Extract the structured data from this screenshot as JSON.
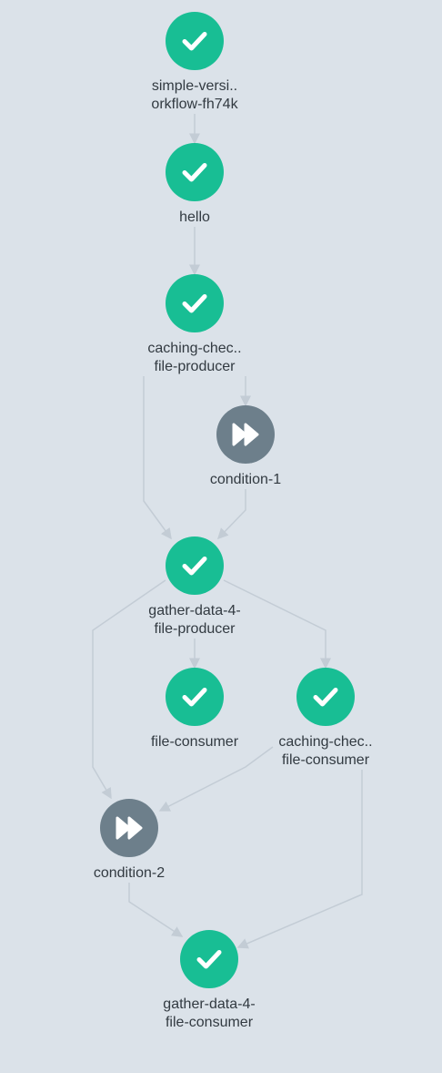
{
  "workflow": {
    "nodes": [
      {
        "id": "root",
        "status": "succeeded",
        "icon": "checkmark-icon",
        "label_lines": [
          "simple-versi..",
          "orkflow-fh74k"
        ]
      },
      {
        "id": "hello",
        "status": "succeeded",
        "icon": "checkmark-icon",
        "label_lines": [
          "hello"
        ]
      },
      {
        "id": "caching-producer",
        "status": "succeeded",
        "icon": "checkmark-icon",
        "label_lines": [
          "caching-chec..",
          "file-producer"
        ]
      },
      {
        "id": "condition-1",
        "status": "skipped",
        "icon": "skip-forward-icon",
        "label_lines": [
          "condition-1"
        ]
      },
      {
        "id": "gather-producer",
        "status": "succeeded",
        "icon": "checkmark-icon",
        "label_lines": [
          "gather-data-4-",
          "file-producer"
        ]
      },
      {
        "id": "file-consumer",
        "status": "succeeded",
        "icon": "checkmark-icon",
        "label_lines": [
          "file-consumer"
        ]
      },
      {
        "id": "caching-consumer",
        "status": "succeeded",
        "icon": "checkmark-icon",
        "label_lines": [
          "caching-chec..",
          "file-consumer"
        ]
      },
      {
        "id": "condition-2",
        "status": "skipped",
        "icon": "skip-forward-icon",
        "label_lines": [
          "condition-2"
        ]
      },
      {
        "id": "gather-consumer",
        "status": "succeeded",
        "icon": "checkmark-icon",
        "label_lines": [
          "gather-data-4-",
          "file-consumer"
        ]
      }
    ],
    "edges": [
      [
        "root",
        "hello"
      ],
      [
        "hello",
        "caching-producer"
      ],
      [
        "caching-producer",
        "condition-1"
      ],
      [
        "caching-producer",
        "gather-producer"
      ],
      [
        "condition-1",
        "gather-producer"
      ],
      [
        "gather-producer",
        "file-consumer"
      ],
      [
        "gather-producer",
        "caching-consumer"
      ],
      [
        "gather-producer",
        "condition-2"
      ],
      [
        "caching-consumer",
        "condition-2"
      ],
      [
        "condition-2",
        "gather-consumer"
      ],
      [
        "caching-consumer",
        "gather-consumer"
      ]
    ],
    "colors": {
      "succeeded": "#18be94",
      "skipped": "#6d7f8b",
      "edge": "#c3ccd5",
      "background": "#dbe2e9",
      "label": "#323a41"
    }
  }
}
